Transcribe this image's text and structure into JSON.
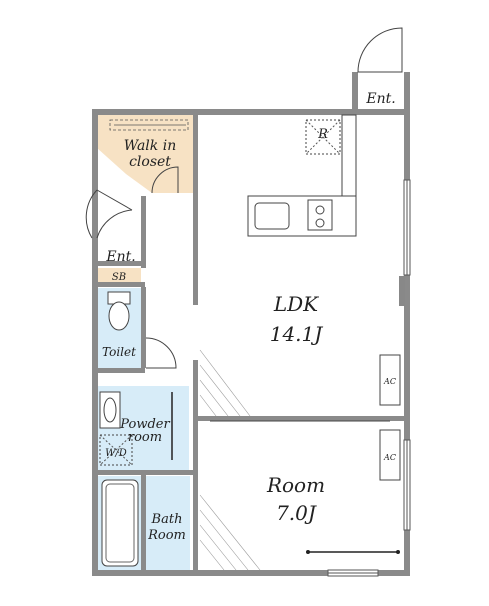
{
  "rooms": {
    "walk_in_closet": {
      "line1": "Walk in",
      "line2": "closet"
    },
    "entrance_main": "Ent.",
    "entrance_side": "Ent.",
    "shoe_box": "SB",
    "toilet": "Toilet",
    "powder_room": {
      "line1": "Powder",
      "line2": "room"
    },
    "washer": "W/D",
    "bath_room": {
      "line1": "Bath",
      "line2": "Room"
    },
    "ldk": {
      "name": "LDK",
      "size": "14.1J"
    },
    "room": {
      "name": "Room",
      "size": "7.0J"
    },
    "refrigerator": "R",
    "ac_ldk": "AC",
    "ac_room": "AC"
  },
  "colors": {
    "closet_fill": "#f7e2c4",
    "wet_area_fill": "#d7ecf8",
    "wall": "#8a8a8a"
  }
}
